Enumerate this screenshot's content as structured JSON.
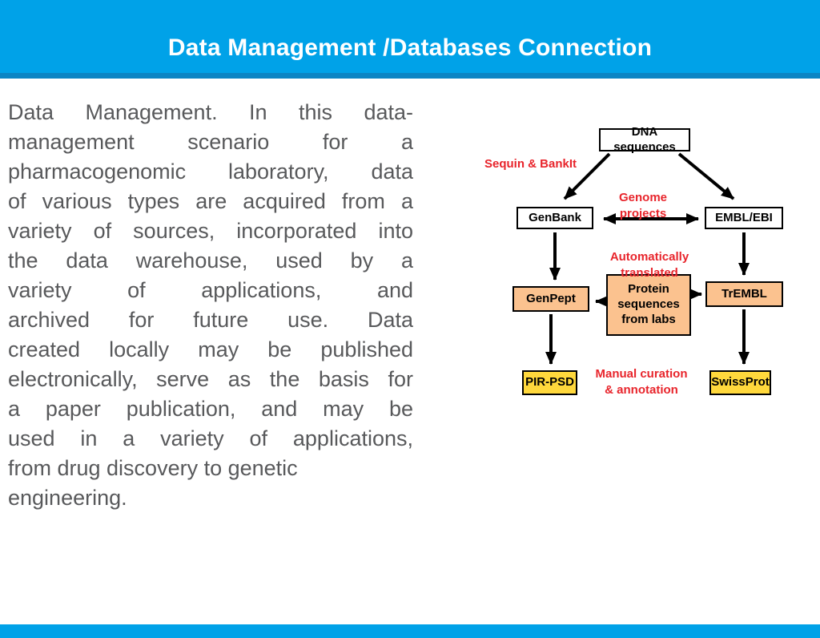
{
  "slide": {
    "title": "Data Management /Databases Connection",
    "body_lines": [
      "Data Management. In this data-",
      "management scenario for a",
      "pharmacogenomic laboratory, data",
      "of various types are acquired from a",
      "variety of sources, incorporated into",
      "the data warehouse, used by a",
      "variety of applications, and",
      "archived for future use. Data",
      "created locally may be published",
      "electronically, serve as the basis for",
      "a paper publication, and may be",
      "used in a variety of applications,",
      "from drug discovery to genetic",
      "engineering."
    ]
  },
  "diagram": {
    "nodes": {
      "dna": "DNA sequences",
      "genbank": "GenBank",
      "embl": "EMBL/EBI",
      "genpept": "GenPept",
      "protein": "Protein sequences from labs",
      "trembl": "TrEMBL",
      "pirpsd": "PIR-PSD",
      "swissprot": "SwissProt"
    },
    "labels": {
      "sequin": "Sequin & BankIt",
      "genome": "Genome projects",
      "auto": "Automatically translated",
      "manual": "Manual curation & annotation"
    }
  },
  "colors": {
    "header_cyan": "#00a2e8",
    "header_accent": "#0b85c4",
    "red_label": "#e8242b",
    "tan_box": "#fbc28f",
    "yellow_box": "#ffd83c",
    "body_text": "#58595b"
  }
}
